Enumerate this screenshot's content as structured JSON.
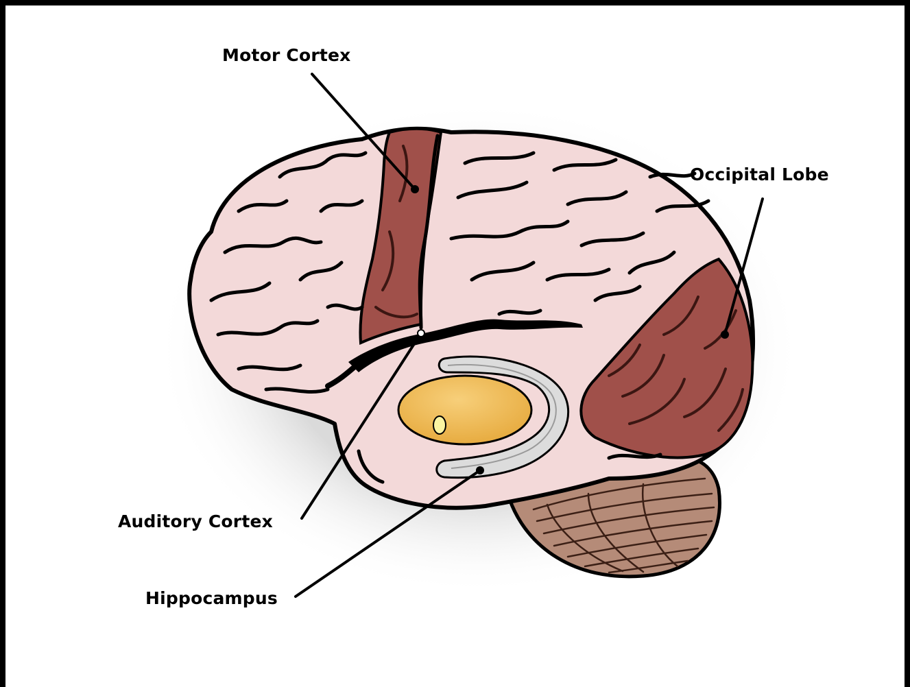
{
  "labels": {
    "motor_cortex": "Motor Cortex",
    "occipital_lobe": "Occipital Lobe",
    "auditory_cortex": "Auditory Cortex",
    "hippocampus": "Hippocampus"
  },
  "colors": {
    "brain_fill": "#f3d9d9",
    "highlight_region": "#a0504a",
    "cerebellum": "#b58b78",
    "thalamus": "#efb74e",
    "hippocampus_fill": "#d9d9d9",
    "outline": "#000000"
  }
}
